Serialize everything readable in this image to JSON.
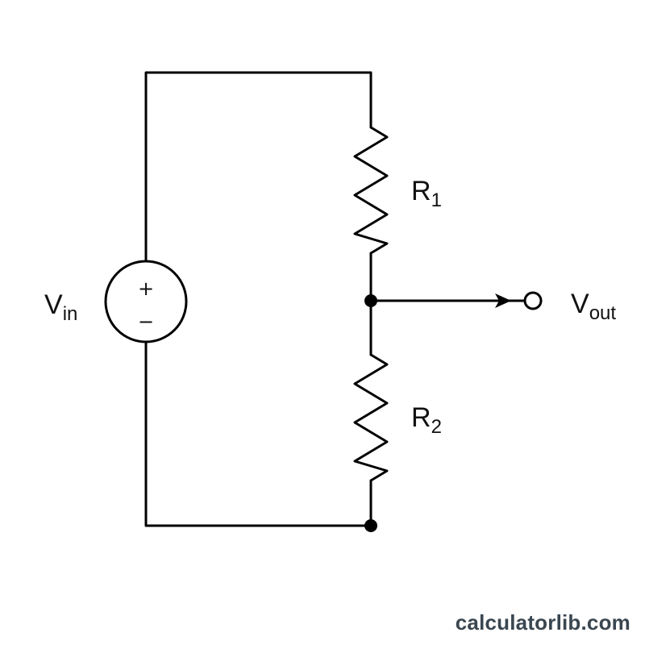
{
  "diagram": {
    "source": {
      "label_main": "V",
      "label_sub": "in",
      "plus_sign": "+",
      "minus_sign": "−"
    },
    "resistor_1": {
      "label_main": "R",
      "label_sub": "1"
    },
    "resistor_2": {
      "label_main": "R",
      "label_sub": "2"
    },
    "output": {
      "label_main": "V",
      "label_sub": "out"
    },
    "wire_color": "#000000"
  },
  "watermark": {
    "text": "calculatorlib.com",
    "color": "#3a4650"
  }
}
